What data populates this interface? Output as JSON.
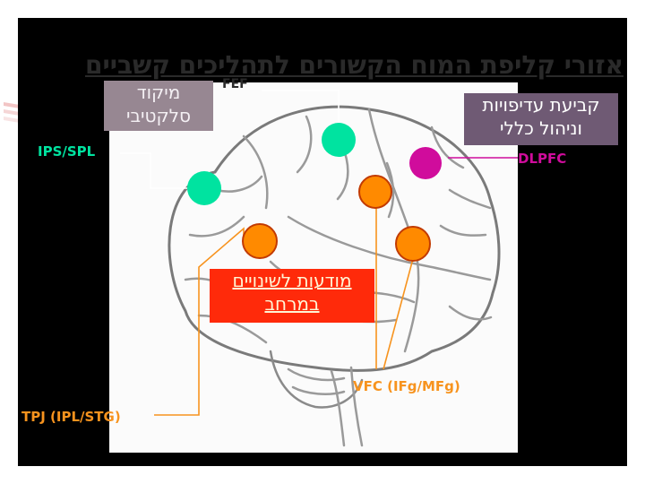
{
  "title": "אזורי קליפת המוח הקשורים לתהליכים קשביים",
  "boxes": {
    "focus": {
      "line1": "מיקוד",
      "line2": "סלקטיבי"
    },
    "priorities": {
      "line1": "קביעת עדיפויות",
      "line2": "וניהול כללי"
    },
    "spatial": {
      "line1": "מודעות לשינויים",
      "line2": "במרחב"
    }
  },
  "labels": {
    "fef": "FEF",
    "ips_spl": "IPS/SPL",
    "dlpfc": "DLPFC",
    "vfc": "VFC (IFg/MFg)",
    "tpj": "TPJ (IPL/STG)"
  },
  "colors": {
    "teal": "#00e3a0",
    "magenta": "#d00c9c",
    "orange": "#ff8a00",
    "orange_line": "#f7931e",
    "red_box": "#ff2a0a"
  },
  "regions": [
    {
      "name": "FEF",
      "color": "teal"
    },
    {
      "name": "IPS/SPL",
      "color": "teal"
    },
    {
      "name": "DLPFC",
      "color": "magenta"
    },
    {
      "name": "VFC-upper",
      "color": "orange"
    },
    {
      "name": "VFC-lower",
      "color": "orange"
    },
    {
      "name": "TPJ",
      "color": "orange"
    }
  ]
}
